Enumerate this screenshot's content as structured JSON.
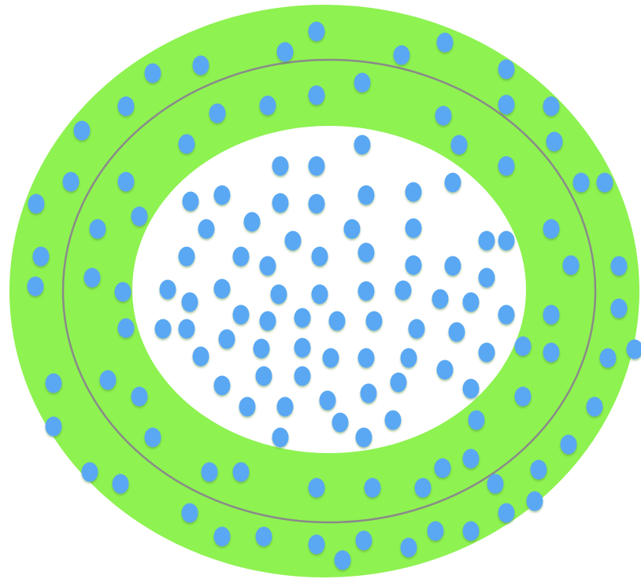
{
  "diagram": {
    "kind": "concentric-ellipses-with-dots",
    "colors": {
      "outer_ring": "#8ef251",
      "inner_core": "#ffffff",
      "boundary_line": "#8a8a8a",
      "dot": "#5aa8f3",
      "dot_shadow": "#7fbf4a"
    },
    "regions": [
      "outer-ring",
      "boundary-line",
      "inner-core"
    ]
  }
}
